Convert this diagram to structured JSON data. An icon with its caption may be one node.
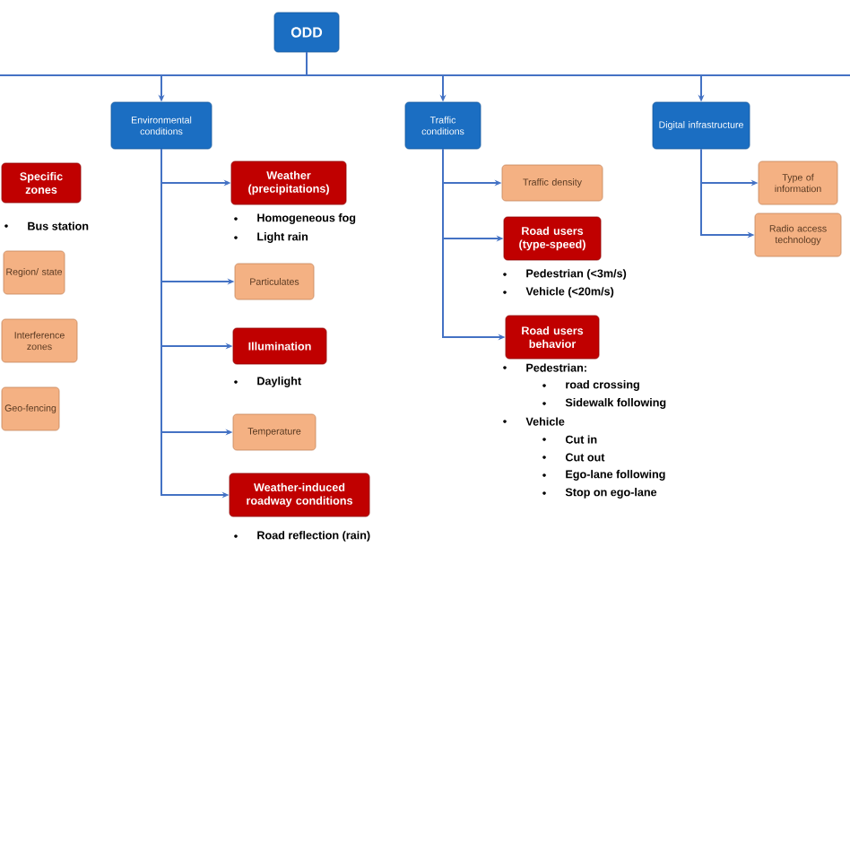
{
  "diagram": {
    "nodes": [
      {
        "text": [
          "ODD"
        ]
      },
      {
        "text": [
          "Environmental conditions"
        ]
      },
      {
        "text": [
          "Traffic conditions"
        ]
      },
      {
        "text": [
          "Digital infrastructure"
        ]
      },
      {
        "text": [
          "Specific zones"
        ],
        "beside": [
          "Bus station"
        ]
      },
      {
        "text": [
          "Region/ state"
        ]
      },
      {
        "text": [
          "Interference zones"
        ]
      },
      {
        "text": [
          "Geo-fencing"
        ]
      },
      {
        "text": [
          "Weather (precipitations)"
        ],
        "beside": [
          "Homogeneous fog",
          "Light rain"
        ]
      },
      {
        "text": [
          "Particulates"
        ]
      },
      {
        "text": [
          "Illumination"
        ],
        "beside": [
          "Daylight"
        ]
      },
      {
        "text": [
          "Temperature"
        ]
      },
      {
        "text": [
          "Weather-induced roadway conditions"
        ],
        "beside": [
          "Road reflection (rain)"
        ]
      },
      {
        "text": [
          "Traffic density"
        ]
      },
      {
        "text": [
          "Road users (type-speed)"
        ],
        "beside": [
          "Pedestrian (<3m/s)",
          "Vehicle (<20m/s)"
        ]
      },
      {
        "text": [
          "Road users behavior"
        ],
        "beside": [
          "Pedestrian:",
          "road crossing",
          "Sidewalk following",
          "Vehicle",
          "Cut in",
          "Cut out",
          "Ego-lane following",
          "Stop on ego-lane"
        ]
      },
      {
        "text": [
          "Type of information"
        ]
      },
      {
        "text": [
          "Radio access technology"
        ]
      }
    ],
    "edges": [
      {
        "from": 0,
        "to": null,
        "arrow": "none"
      },
      {
        "from": 0,
        "to": null,
        "arrow": "none"
      },
      {
        "from": 0,
        "to": 1,
        "arrow": "to"
      },
      {
        "from": 0,
        "to": 2,
        "arrow": "to"
      },
      {
        "from": 0,
        "to": 3,
        "arrow": "to"
      },
      {
        "from": 1,
        "to": 8,
        "arrow": "to"
      },
      {
        "from": 1,
        "to": 9,
        "arrow": "to"
      },
      {
        "from": 1,
        "to": 10,
        "arrow": "to"
      },
      {
        "from": 1,
        "to": 11,
        "arrow": "to"
      },
      {
        "from": 1,
        "to": 12,
        "arrow": "to"
      },
      {
        "from": 2,
        "to": 13,
        "arrow": "to"
      },
      {
        "from": 2,
        "to": 14,
        "arrow": "to"
      },
      {
        "from": 2,
        "to": 15,
        "arrow": "to"
      },
      {
        "from": 3,
        "to": 16,
        "arrow": "to"
      },
      {
        "from": 3,
        "to": 17,
        "arrow": "to"
      }
    ]
  }
}
